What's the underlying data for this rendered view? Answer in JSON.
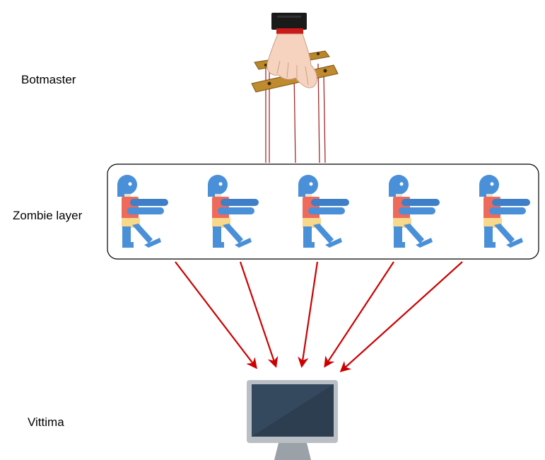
{
  "labels": {
    "botmaster": "Botmaster",
    "zombie_layer": "Zombie layer",
    "victim": "Vittima"
  },
  "icons": {
    "hand": "puppeteer-hand-icon",
    "zombie": "zombie-icon",
    "victim": "computer-monitor-icon"
  },
  "colors": {
    "arrow": "#cc0000",
    "string": "#a52a2a",
    "zombie_head": "#4a90d9",
    "zombie_shirt": "#ee6a5a",
    "zombie_pants": "#f8d88a",
    "monitor_frame": "#b9bfc4",
    "monitor_screen": "#34495e"
  },
  "zombie_count": 5
}
